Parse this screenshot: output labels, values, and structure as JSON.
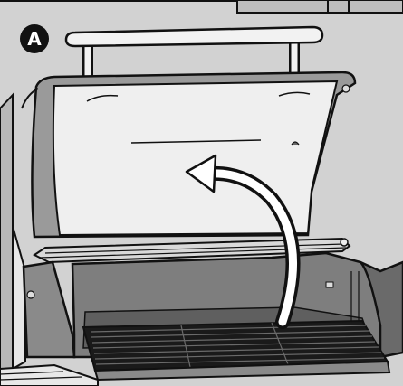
{
  "figure": {
    "step_label": "A"
  },
  "colors": {
    "background": "#d2d2d2",
    "outline": "#111111",
    "lid_inner": "#efefef",
    "body_gray": "#8a8a8a",
    "body_dark": "#5f5f5f",
    "grate": "#1a1a1a",
    "arrow": "#ffffff"
  },
  "icons": [
    "lid-handle",
    "open-lid-arrow",
    "warming-rack",
    "cooking-grate"
  ]
}
